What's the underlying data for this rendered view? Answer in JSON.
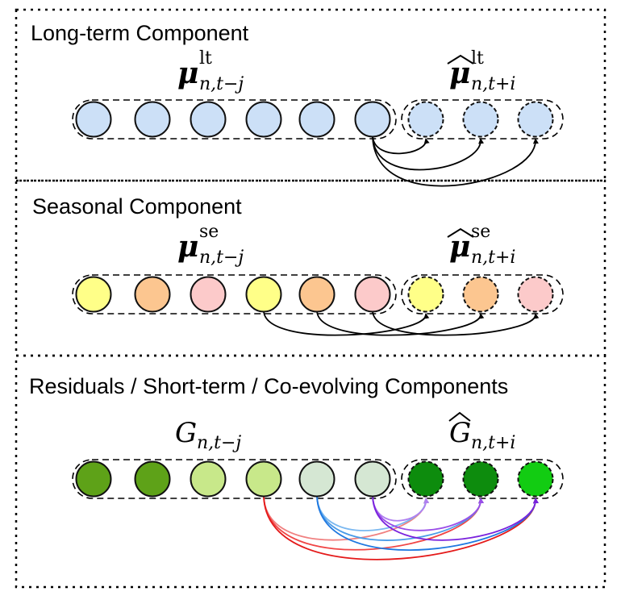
{
  "panels": [
    {
      "id": "long-term",
      "title": "Long-term Component",
      "past_label": {
        "base": "μ",
        "sup": "lt",
        "sub": "n,t−j",
        "hat": false
      },
      "future_label": {
        "base": "μ",
        "sup": "lt",
        "sub": "n,t+i",
        "hat": true
      },
      "past_nodes": [
        "#cce0f7",
        "#cce0f7",
        "#cce0f7",
        "#cce0f7",
        "#cce0f7",
        "#cce0f7"
      ],
      "future_nodes": [
        "#cce0f7",
        "#cce0f7",
        "#cce0f7"
      ],
      "edges": [
        {
          "from": 5,
          "to": 0,
          "color": "#000000"
        },
        {
          "from": 5,
          "to": 1,
          "color": "#000000"
        },
        {
          "from": 5,
          "to": 2,
          "color": "#000000"
        }
      ]
    },
    {
      "id": "seasonal",
      "title": "Seasonal Component",
      "past_label": {
        "base": "μ",
        "sup": "se",
        "sub": "n,t−j",
        "hat": false
      },
      "future_label": {
        "base": "μ",
        "sup": "se",
        "sub": "n,t+i",
        "hat": true
      },
      "past_nodes": [
        "#ffff88",
        "#fcc690",
        "#fccaca",
        "#ffff88",
        "#fcc690",
        "#fccaca"
      ],
      "future_nodes": [
        "#ffff88",
        "#fcc690",
        "#fccaca"
      ],
      "edges": [
        {
          "from": 3,
          "to": 0,
          "color": "#000000"
        },
        {
          "from": 4,
          "to": 1,
          "color": "#000000"
        },
        {
          "from": 5,
          "to": 2,
          "color": "#000000"
        }
      ]
    },
    {
      "id": "residuals",
      "title": "Residuals / Short-term / Co-evolving Components",
      "past_label": {
        "base": "G",
        "sup": "",
        "sub": "n,t−j",
        "hat": false
      },
      "future_label": {
        "base": "G",
        "sup": "",
        "sub": "n,t+i",
        "hat": true
      },
      "past_nodes": [
        "#5ea218",
        "#5ea218",
        "#c8e88a",
        "#c8e88a",
        "#d5e7d3",
        "#d5e7d3"
      ],
      "future_nodes": [
        "#0d8c0d",
        "#0d8c0d",
        "#12cc12"
      ],
      "edges": [
        {
          "from": 3,
          "to": 0,
          "color": "#f08080"
        },
        {
          "from": 3,
          "to": 1,
          "color": "#f04545"
        },
        {
          "from": 3,
          "to": 2,
          "color": "#e41a1a"
        },
        {
          "from": 4,
          "to": 0,
          "color": "#7ab8f0"
        },
        {
          "from": 4,
          "to": 1,
          "color": "#4a9be8"
        },
        {
          "from": 4,
          "to": 2,
          "color": "#1f78e0"
        },
        {
          "from": 5,
          "to": 0,
          "color": "#b080f0"
        },
        {
          "from": 5,
          "to": 1,
          "color": "#9a4ee8"
        },
        {
          "from": 5,
          "to": 2,
          "color": "#7a22dd"
        }
      ]
    }
  ]
}
